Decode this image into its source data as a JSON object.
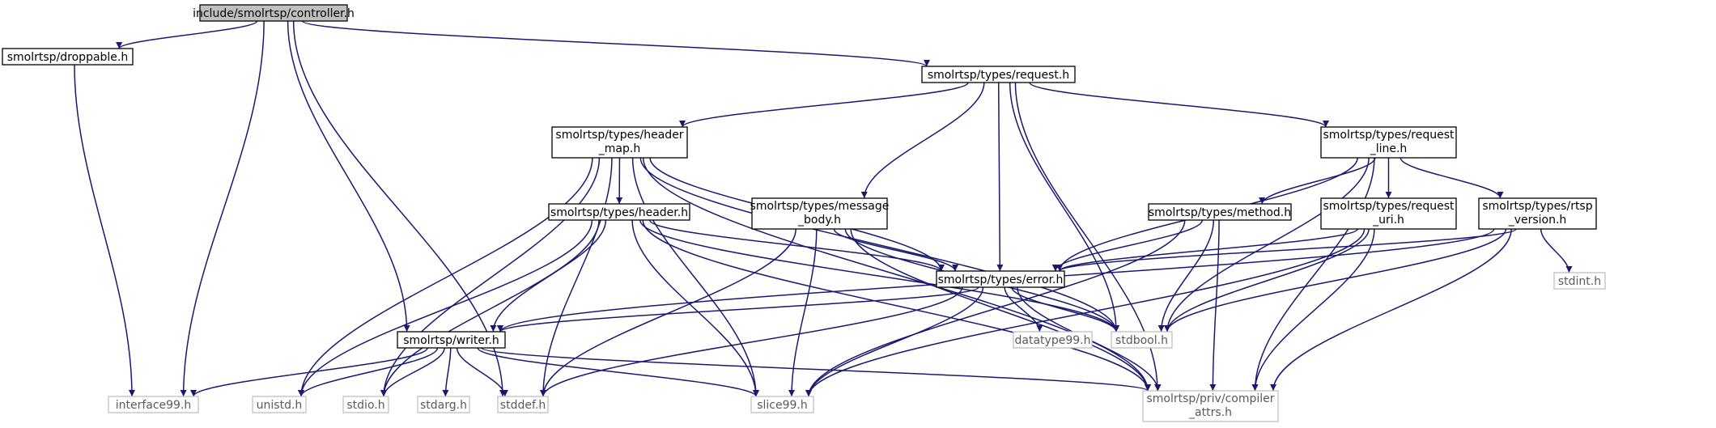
{
  "graph": {
    "nodes": [
      {
        "id": "controller",
        "lines": [
          "include/smolrtsp/controller.h"
        ],
        "style": "focus"
      },
      {
        "id": "droppable",
        "lines": [
          "smolrtsp/droppable.h"
        ],
        "style": "normal"
      },
      {
        "id": "request",
        "lines": [
          "smolrtsp/types/request.h"
        ],
        "style": "normal"
      },
      {
        "id": "header_map",
        "lines": [
          "smolrtsp/types/header",
          "_map.h"
        ],
        "style": "normal"
      },
      {
        "id": "request_line",
        "lines": [
          "smolrtsp/types/request",
          "_line.h"
        ],
        "style": "normal"
      },
      {
        "id": "header",
        "lines": [
          "smolrtsp/types/header.h"
        ],
        "style": "normal"
      },
      {
        "id": "message_body",
        "lines": [
          "smolrtsp/types/message",
          "_body.h"
        ],
        "style": "normal"
      },
      {
        "id": "method",
        "lines": [
          "smolrtsp/types/method.h"
        ],
        "style": "normal"
      },
      {
        "id": "request_uri",
        "lines": [
          "smolrtsp/types/request",
          "_uri.h"
        ],
        "style": "normal"
      },
      {
        "id": "rtsp_version",
        "lines": [
          "smolrtsp/types/rtsp",
          "_version.h"
        ],
        "style": "normal"
      },
      {
        "id": "error",
        "lines": [
          "smolrtsp/types/error.h"
        ],
        "style": "normal"
      },
      {
        "id": "stdint",
        "lines": [
          "stdint.h"
        ],
        "style": "external"
      },
      {
        "id": "writer",
        "lines": [
          "smolrtsp/writer.h"
        ],
        "style": "normal"
      },
      {
        "id": "datatype99",
        "lines": [
          "datatype99.h"
        ],
        "style": "external"
      },
      {
        "id": "stdbool",
        "lines": [
          "stdbool.h"
        ],
        "style": "external"
      },
      {
        "id": "interface99",
        "lines": [
          "interface99.h"
        ],
        "style": "external"
      },
      {
        "id": "unistd",
        "lines": [
          "unistd.h"
        ],
        "style": "external"
      },
      {
        "id": "stdio",
        "lines": [
          "stdio.h"
        ],
        "style": "external"
      },
      {
        "id": "stdarg",
        "lines": [
          "stdarg.h"
        ],
        "style": "external"
      },
      {
        "id": "stddef",
        "lines": [
          "stddef.h"
        ],
        "style": "external"
      },
      {
        "id": "slice99",
        "lines": [
          "slice99.h"
        ],
        "style": "external"
      },
      {
        "id": "compiler_attrs",
        "lines": [
          "smolrtsp/priv/compiler",
          "_attrs.h"
        ],
        "style": "external"
      }
    ],
    "edges": [
      {
        "from": "controller",
        "to": "droppable"
      },
      {
        "from": "controller",
        "to": "request"
      },
      {
        "from": "controller",
        "to": "interface99"
      },
      {
        "from": "controller",
        "to": "writer"
      },
      {
        "from": "controller",
        "to": "stddef"
      },
      {
        "from": "droppable",
        "to": "interface99"
      },
      {
        "from": "request",
        "to": "header_map"
      },
      {
        "from": "request",
        "to": "request_line"
      },
      {
        "from": "request",
        "to": "message_body"
      },
      {
        "from": "request",
        "to": "error"
      },
      {
        "from": "request",
        "to": "stdbool"
      },
      {
        "from": "request",
        "to": "compiler_attrs"
      },
      {
        "from": "header_map",
        "to": "header"
      },
      {
        "from": "header_map",
        "to": "error"
      },
      {
        "from": "header_map",
        "to": "stdbool"
      },
      {
        "from": "header_map",
        "to": "unistd"
      },
      {
        "from": "header_map",
        "to": "stdio"
      },
      {
        "from": "header_map",
        "to": "stddef"
      },
      {
        "from": "header_map",
        "to": "slice99"
      },
      {
        "from": "header_map",
        "to": "compiler_attrs"
      },
      {
        "from": "header",
        "to": "writer"
      },
      {
        "from": "header",
        "to": "error"
      },
      {
        "from": "header",
        "to": "stdbool"
      },
      {
        "from": "header",
        "to": "unistd"
      },
      {
        "from": "header",
        "to": "stdio"
      },
      {
        "from": "header",
        "to": "slice99"
      },
      {
        "from": "header",
        "to": "compiler_attrs"
      },
      {
        "from": "message_body",
        "to": "error"
      },
      {
        "from": "message_body",
        "to": "stdbool"
      },
      {
        "from": "message_body",
        "to": "stddef"
      },
      {
        "from": "message_body",
        "to": "slice99"
      },
      {
        "from": "message_body",
        "to": "compiler_attrs"
      },
      {
        "from": "request_line",
        "to": "method"
      },
      {
        "from": "request_line",
        "to": "request_uri"
      },
      {
        "from": "request_line",
        "to": "rtsp_version"
      },
      {
        "from": "request_line",
        "to": "error"
      },
      {
        "from": "request_line",
        "to": "stdbool"
      },
      {
        "from": "request_line",
        "to": "compiler_attrs"
      },
      {
        "from": "method",
        "to": "error"
      },
      {
        "from": "method",
        "to": "stdbool"
      },
      {
        "from": "method",
        "to": "slice99"
      },
      {
        "from": "method",
        "to": "compiler_attrs"
      },
      {
        "from": "request_uri",
        "to": "error"
      },
      {
        "from": "request_uri",
        "to": "stdbool"
      },
      {
        "from": "request_uri",
        "to": "slice99"
      },
      {
        "from": "request_uri",
        "to": "compiler_attrs"
      },
      {
        "from": "rtsp_version",
        "to": "error"
      },
      {
        "from": "rtsp_version",
        "to": "writer"
      },
      {
        "from": "rtsp_version",
        "to": "stdbool"
      },
      {
        "from": "rtsp_version",
        "to": "stdint"
      },
      {
        "from": "rtsp_version",
        "to": "compiler_attrs"
      },
      {
        "from": "error",
        "to": "writer"
      },
      {
        "from": "error",
        "to": "datatype99"
      },
      {
        "from": "error",
        "to": "stdbool"
      },
      {
        "from": "error",
        "to": "stddef"
      },
      {
        "from": "error",
        "to": "slice99"
      },
      {
        "from": "error",
        "to": "compiler_attrs"
      },
      {
        "from": "writer",
        "to": "interface99"
      },
      {
        "from": "writer",
        "to": "unistd"
      },
      {
        "from": "writer",
        "to": "stdio"
      },
      {
        "from": "writer",
        "to": "stdarg"
      },
      {
        "from": "writer",
        "to": "stddef"
      },
      {
        "from": "writer",
        "to": "slice99"
      },
      {
        "from": "writer",
        "to": "compiler_attrs"
      }
    ],
    "colors": {
      "edge": "#191970",
      "external_edge": "#a0a0a0",
      "normal_border": "#000000",
      "normal_fill": "#ffffff",
      "focus_border": "#000000",
      "focus_fill": "#bfbfbf",
      "external_border": "#bfbfbf",
      "external_fill": "#ffffff",
      "external_text": "#5a5a5a"
    }
  }
}
